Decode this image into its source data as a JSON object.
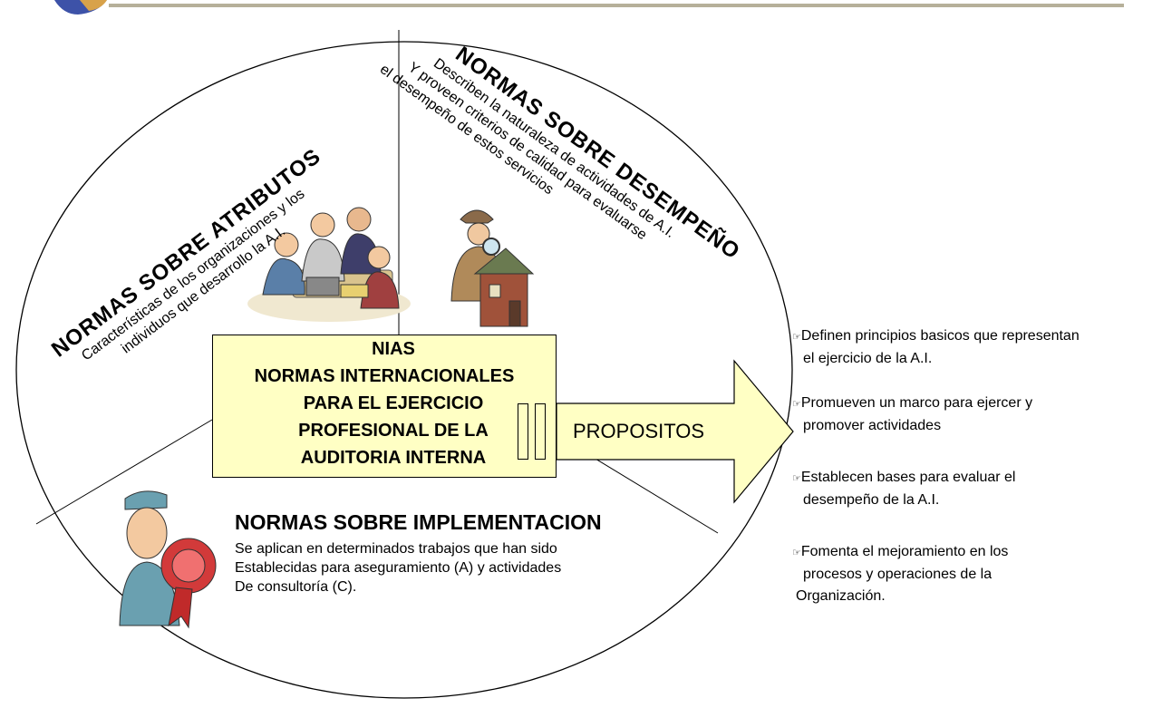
{
  "center": {
    "lines": [
      "NIAS",
      "NORMAS INTERNACIONALES",
      "PARA EL EJERCICIO",
      "PROFESIONAL DE LA",
      "AUDITORIA INTERNA"
    ]
  },
  "arrow": {
    "label": "PROPOSITOS",
    "fill": "#ffffc4"
  },
  "atributos": {
    "title": "NORMAS SOBRE ATRIBUTOS",
    "body": [
      "Características de los organizaciones y los",
      "individuos que desarrollo la A.I."
    ]
  },
  "desempeno": {
    "title": "NORMAS SOBRE DESEMPEÑO",
    "body": [
      "Describen la naturaleza de actividades de A.I.",
      "Y proveen criterios de calidad para evaluarse",
      "el desempeño de estos servicios"
    ]
  },
  "implementacion": {
    "title": "NORMAS SOBRE IMPLEMENTACION",
    "body": [
      "Se aplican en determinados trabajos que  han sido",
      "Establecidas para aseguramiento (A) y actividades",
      "De consultoría  (C)."
    ]
  },
  "purposes": [
    {
      "bullet": "☞",
      "line1": "Definen principios basicos que representan",
      "line2": "el ejercicio de la A.I."
    },
    {
      "bullet": "☞",
      "line1": "Promueven un marco para ejercer y",
      "line2": "promover actividades"
    },
    {
      "bullet": "☞",
      "line1": "Establecen bases para evaluar el",
      "line2": "desempeño de la A.I."
    },
    {
      "bullet": "☞",
      "line1": "Fomenta el mejoramiento en los",
      "line2": "procesos y operaciones de la",
      "line3": "Organización."
    }
  ],
  "icons": [
    "team-meeting-clipart-icon",
    "detective-house-clipart-icon",
    "award-ribbon-clipart-icon",
    "logo-icon"
  ]
}
